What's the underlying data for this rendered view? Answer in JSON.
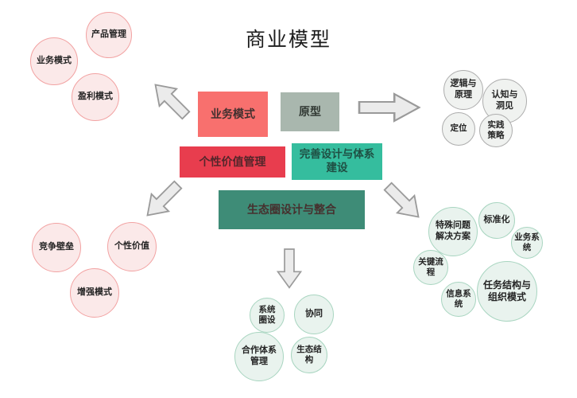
{
  "title": "商业模型",
  "palette": {
    "salmon": "#F8706E",
    "sage": "#A9B7AE",
    "red": "#E83D4E",
    "teal": "#35BD9E",
    "dark_teal": "#3E8C77",
    "pink_fill": "#FBE9E9",
    "pink_border": "#F2A2A2",
    "gray_fill": "#F0F2F0",
    "gray_border": "#ADADAD",
    "green_fill": "#E9F3EE",
    "green_border": "#A8D5C0",
    "arrow_fill": "#EBEBEB",
    "arrow_border": "#9A9A9A"
  },
  "center": {
    "business_model": "业务模式",
    "prototype": "原型",
    "personal_value_mgmt": "个性价值管理",
    "system_design": "完善设计与体系\n建设",
    "ecosystem_design": "生态圈设计与整合"
  },
  "top_left": {
    "product_mgmt": "产品管理",
    "business_model": "业务模式",
    "profit_model": "盈利模式"
  },
  "top_right": {
    "logic_principle": "逻辑与\n原理",
    "cognition_insight": "认知与\n洞见",
    "positioning": "定位",
    "practice_strategy": "实践\n策略"
  },
  "bottom_left": {
    "competitive_barrier": "竞争壁垒",
    "personal_value": "个性价值",
    "enhanced_model": "增强模式"
  },
  "bottom_right": {
    "special_solutions": "特殊问题\n解决方案",
    "standardization": "标准化",
    "business_system": "业务系\n统",
    "key_process": "关键流\n程",
    "info_system": "信息系\n统",
    "task_structure": "任务结构与\n组织模式"
  },
  "bottom_center": {
    "system_circle": "系统\n圈设",
    "synergy": "协同",
    "cooperation_system": "合作体系\n管理",
    "ecosystem_structure": "生态结\n构"
  }
}
